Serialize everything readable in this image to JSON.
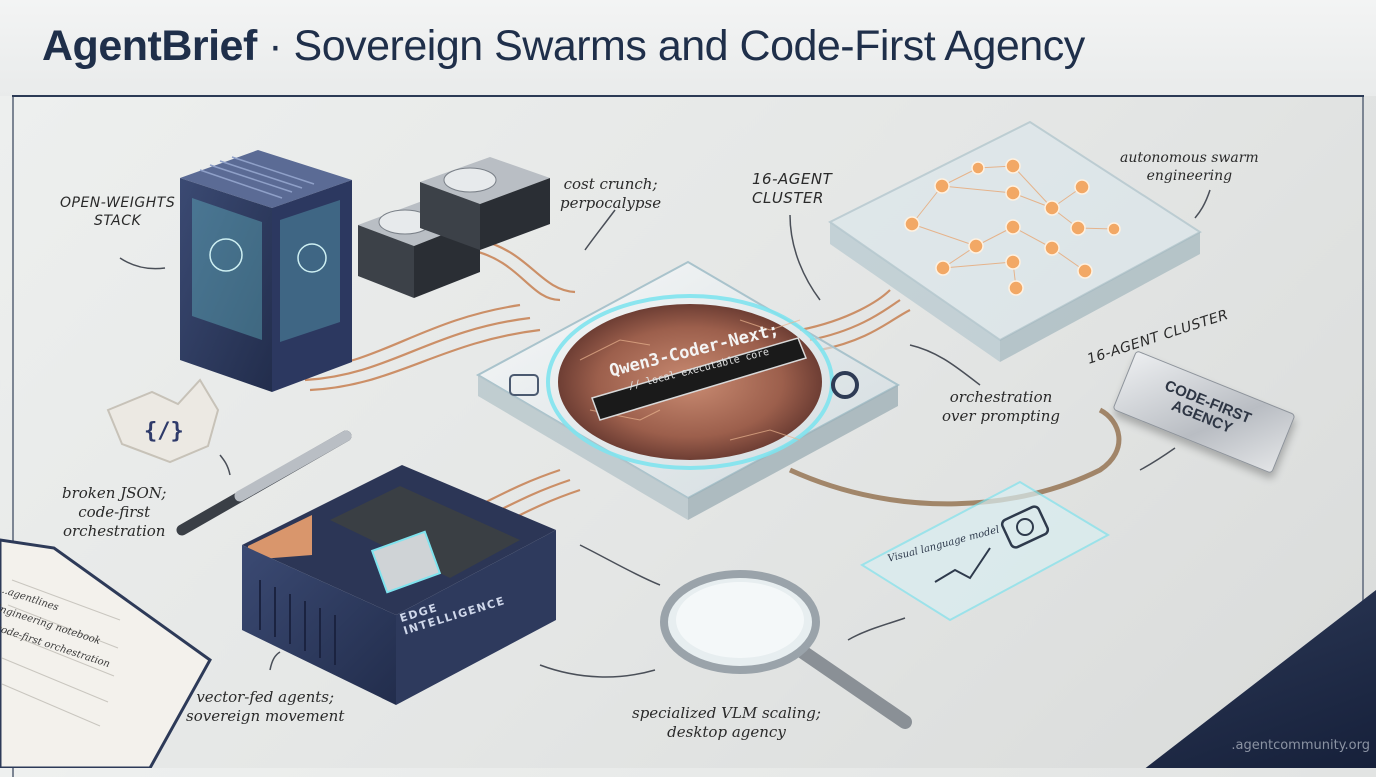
{
  "header": {
    "brand": "AgentBrief",
    "separator": " · ",
    "subtitle": "Sovereign Swarms and Code-First Agency"
  },
  "annotations": {
    "open_weights": [
      "OPEN-WEIGHTS",
      "STACK"
    ],
    "cost_crunch": [
      "cost crunch;",
      "perpocalypse"
    ],
    "cluster_top": [
      "16-AGENT",
      "CLUSTER"
    ],
    "swarm": [
      "autonomous swarm",
      "engineering"
    ],
    "cluster_side": "16-AGENT CLUSTER",
    "orchestration": [
      "orchestration",
      "over prompting"
    ],
    "broken_json": [
      "broken JSON;",
      "code-first",
      "orchestration"
    ],
    "vector_fed": [
      "vector-fed agents;",
      "sovereign movement"
    ],
    "vlm_scaling": [
      "specialized VLM scaling;",
      "desktop agency"
    ]
  },
  "chip": {
    "name": "Qwen3-Coder-Next;",
    "sublabel": "// local executable core"
  },
  "plaque": [
    "CODE-FIRST",
    "AGENCY"
  ],
  "edge_device_label": "EDGE INTELLIGENCE",
  "vlm_panel_label": "Visual language model",
  "notebook": [
    "...agentlines",
    "Engineering notebook",
    "• code-first orchestration",
    "..."
  ],
  "footer": ".agentcommunity.org",
  "colors": {
    "navy": "#1f2f4a",
    "copper": "#c9865a",
    "glow": "#7fe3ee",
    "node": "#f2a865"
  },
  "icons": [
    "server-rack-icon",
    "hard-drive-icon",
    "microchip-icon",
    "neural-network-icon",
    "mini-pc-icon",
    "magnifying-glass-icon",
    "camera-icon",
    "chart-icon",
    "pen-icon",
    "notebook-icon",
    "code-brackets-icon"
  ]
}
